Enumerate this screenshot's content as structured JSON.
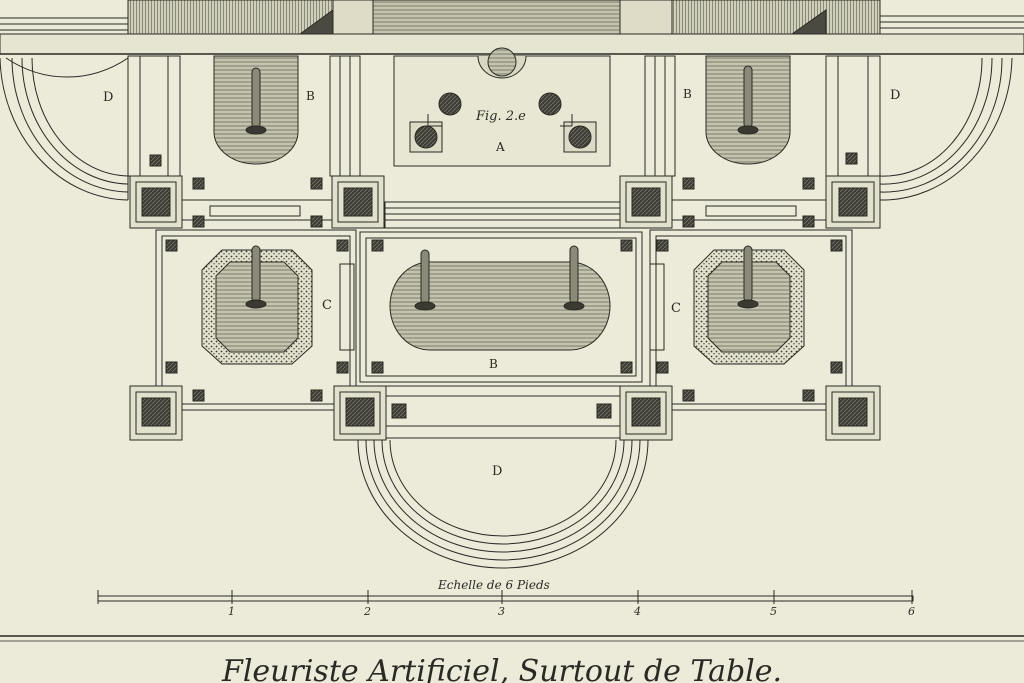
{
  "plate": {
    "figure_label": "Fig. 2.e",
    "labels": {
      "A": "A",
      "B_top_left": "B",
      "B_top_right": "B",
      "B_center": "B",
      "C_left": "C",
      "C_right": "C",
      "D_left": "D",
      "D_right": "D",
      "D_bottom": "D"
    },
    "scale": {
      "title": "Echelle de 6 Pieds",
      "ticks": [
        "1",
        "2",
        "3",
        "4",
        "5",
        "6"
      ]
    },
    "caption": "Fleuriste Artificiel, Surtout de Table."
  },
  "colors": {
    "paper": "#ecebd9",
    "ink": "#2a2a24",
    "hatch_fill": "#b9b8a4",
    "dark_fill": "#4a4a40"
  }
}
